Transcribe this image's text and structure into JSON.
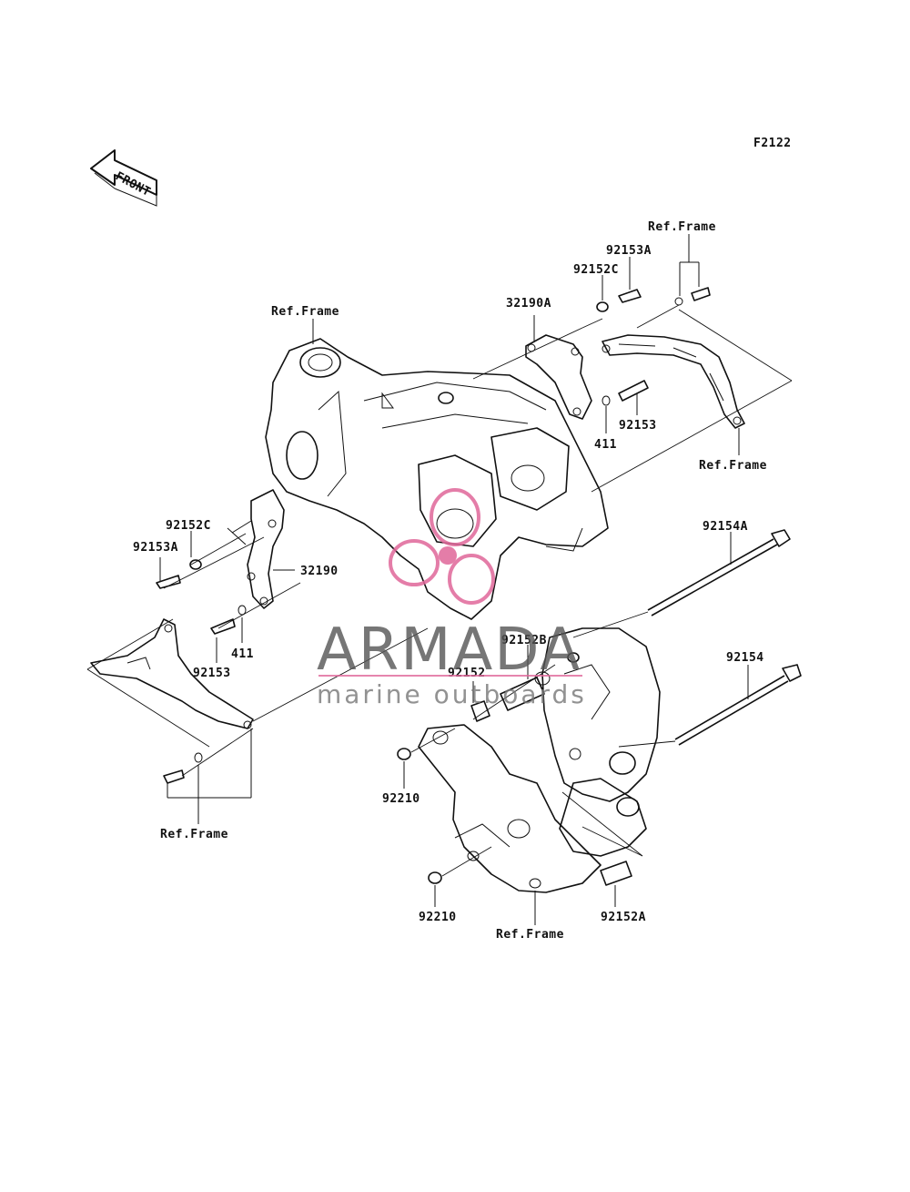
{
  "figure_code": "F2122",
  "front_label": "FRONT",
  "labels": {
    "ref_frame_top_right": "Ref.Frame",
    "p92153A_top": "92153A",
    "p92152C_top": "92152C",
    "p32190A": "32190A",
    "ref_frame_top_left": "Ref.Frame",
    "p92153_top": "92153",
    "p411_top": "411",
    "ref_frame_right": "Ref.Frame",
    "p92152C_left": "92152C",
    "p92153A_left": "92153A",
    "p32190": "32190",
    "p411_left": "411",
    "p92153_left": "92153",
    "p92154A": "92154A",
    "p92152B": "92152B",
    "p92152": "92152",
    "p92154": "92154",
    "p92210_upper": "92210",
    "ref_frame_bottom_left": "Ref.Frame",
    "p92210_lower": "92210",
    "ref_frame_bottom": "Ref.Frame",
    "p92152A": "92152A"
  },
  "watermark": {
    "brand": "ARMADA",
    "tagline": "marine outboards",
    "accent_color": "#e0679a"
  }
}
